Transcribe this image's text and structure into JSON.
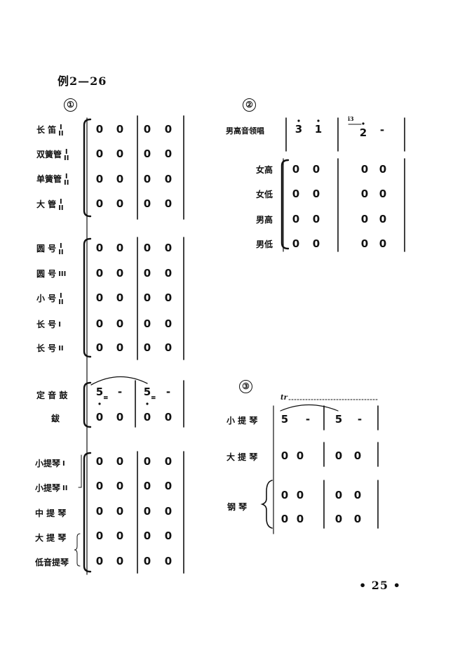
{
  "title": "例2—26",
  "page_number": "• 25 •",
  "section1": {
    "marker": "①",
    "woodwinds": [
      {
        "label": "长  笛",
        "parts": [
          "I",
          "II"
        ]
      },
      {
        "label": "双簧管",
        "parts": [
          "I",
          "II"
        ]
      },
      {
        "label": "单簧管",
        "parts": [
          "I",
          "II"
        ]
      },
      {
        "label": "大  管",
        "parts": [
          "I",
          "II"
        ]
      }
    ],
    "brass": [
      {
        "label": "圆  号",
        "parts": [
          "I",
          "II"
        ]
      },
      {
        "label": "圆  号",
        "parts": [
          "III"
        ]
      },
      {
        "label": "小  号",
        "parts": [
          "I",
          "II"
        ]
      },
      {
        "label": "长  号",
        "parts": [
          "I"
        ]
      },
      {
        "label": "长  号",
        "parts": [
          "II"
        ]
      }
    ],
    "percussion": [
      {
        "label": "定 音 鼓",
        "m1": [
          "5",
          "-"
        ],
        "m2": [
          "5",
          "-"
        ],
        "dot_under": true,
        "tremolo": "≡"
      },
      {
        "label": "鈸",
        "m1": [
          "0",
          "0"
        ],
        "m2": [
          "0",
          "0"
        ]
      }
    ],
    "strings": [
      {
        "label": "小提琴",
        "parts": [
          "I"
        ]
      },
      {
        "label": "小提琴",
        "parts": [
          "II"
        ]
      },
      {
        "label": "中 提 琴",
        "parts": []
      },
      {
        "label": "大 提 琴",
        "parts": []
      },
      {
        "label": "低音提琴",
        "parts": []
      }
    ],
    "rest_measure": [
      "0",
      "0"
    ]
  },
  "section2": {
    "marker": "②",
    "solo": {
      "label": "男高音领唱",
      "m1": [
        "3",
        "1"
      ],
      "m2": [
        "2",
        "-"
      ],
      "grace": "i3"
    },
    "choir": [
      {
        "label": "女高"
      },
      {
        "label": "女低"
      },
      {
        "label": "男高"
      },
      {
        "label": "男低"
      }
    ],
    "rest_measure": [
      "0",
      "0"
    ]
  },
  "section3": {
    "marker": "③",
    "trill": "tr",
    "rows": [
      {
        "label": "小 提 琴",
        "m1": [
          "5",
          "-"
        ],
        "m2": [
          "5",
          "-"
        ]
      },
      {
        "label": "大 提 琴",
        "m1": [
          "0",
          "0"
        ],
        "m2": [
          "0",
          "0"
        ]
      },
      {
        "label": "钢      琴",
        "m1": [
          "0",
          "0"
        ],
        "m2": [
          "0",
          "0"
        ],
        "m1b": [
          "0",
          "0"
        ],
        "m2b": [
          "0",
          "0"
        ]
      }
    ]
  }
}
